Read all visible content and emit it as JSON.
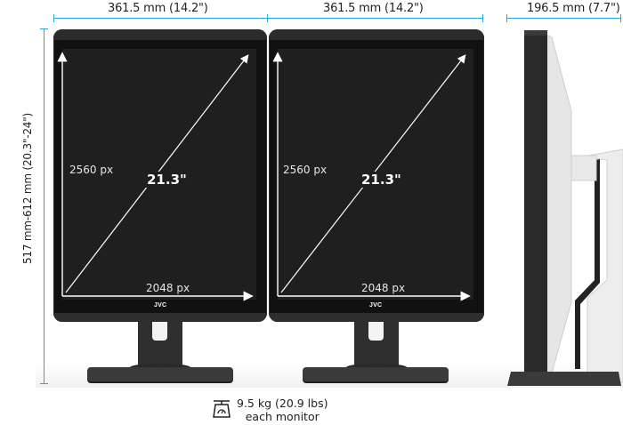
{
  "dimensions": {
    "width_left": "361.5 mm (14.2\")",
    "width_right": "361.5 mm (14.2\")",
    "depth": "196.5 mm (7.7\")",
    "height": "517 mm-612 mm (20.3\"-24\")"
  },
  "monitors": [
    {
      "brand": "JVC",
      "vertical_resolution": "2560 px",
      "horizontal_resolution": "2048 px",
      "diagonal": "21.3\""
    },
    {
      "brand": "JVC",
      "vertical_resolution": "2560 px",
      "horizontal_resolution": "2048 px",
      "diagonal": "21.3\""
    }
  ],
  "weight": {
    "icon": "scale-icon",
    "line1": "9.5 kg (20.9 lbs)",
    "line2": "each monitor"
  },
  "colors": {
    "dimension_line": "#2aa6dc",
    "bezel": "#111111",
    "screen": "#1f1f1f",
    "led": "#3bd14a",
    "stand_side": "#e8e8e8"
  }
}
